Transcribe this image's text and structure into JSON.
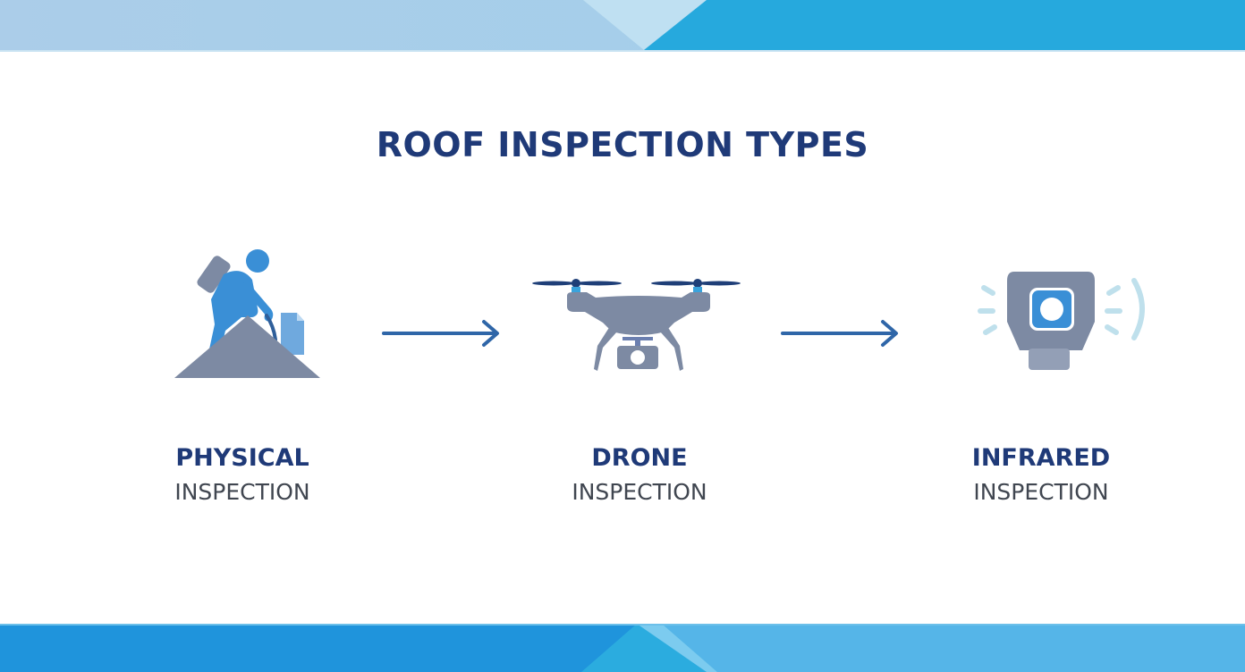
{
  "title": "ROOF INSPECTION TYPES",
  "colors": {
    "title": "#1f3a78",
    "subtitle": "#404650",
    "icon_blue": "#3a8fd6",
    "icon_gray": "#7d8aa3",
    "arrow": "#2f66a8",
    "top_band_left": "#a7cde9",
    "top_band_right": "#26a9dd",
    "bottom_band_left": "#1f94dc",
    "bottom_band_right": "#55b5e8"
  },
  "steps": [
    {
      "title": "PHYSICAL",
      "subtitle": "INSPECTION",
      "icon": "roofer-icon"
    },
    {
      "title": "DRONE",
      "subtitle": "INSPECTION",
      "icon": "drone-icon"
    },
    {
      "title": "INFRARED",
      "subtitle": "INSPECTION",
      "icon": "infrared-camera-icon"
    }
  ],
  "arrows": [
    "arrow-right-icon",
    "arrow-right-icon"
  ]
}
